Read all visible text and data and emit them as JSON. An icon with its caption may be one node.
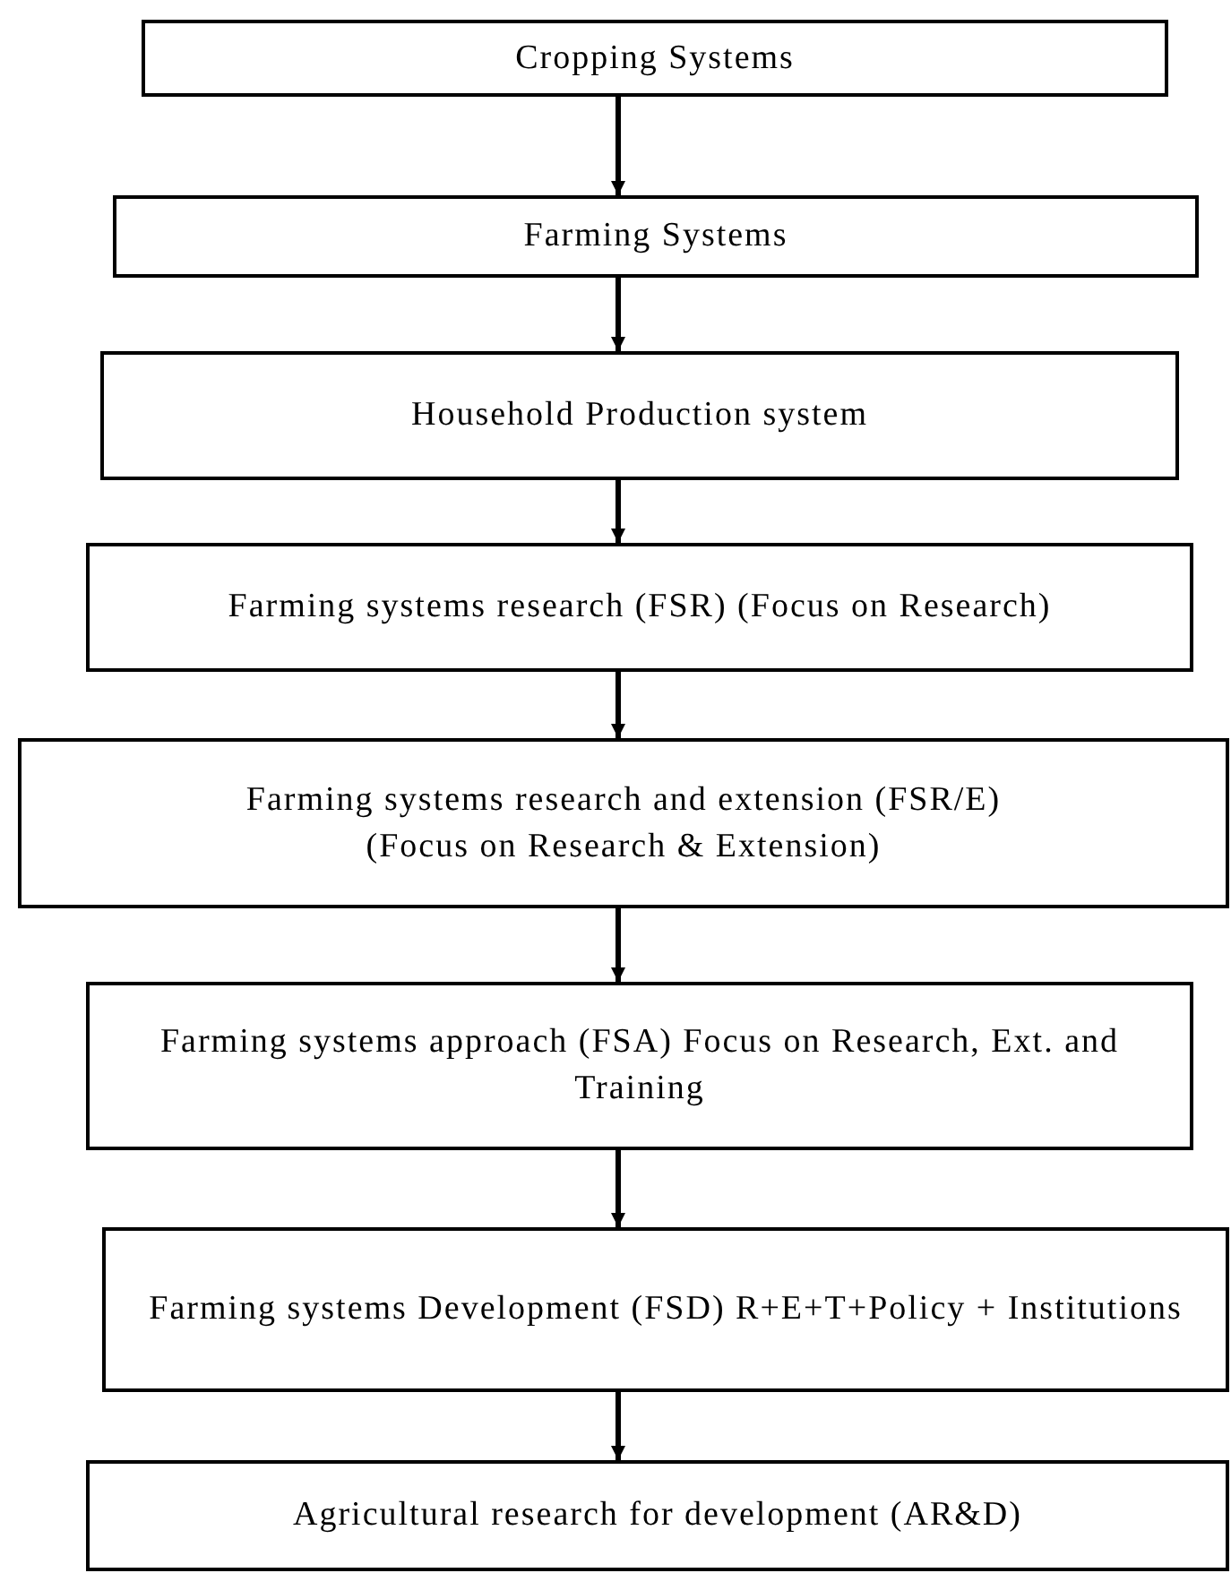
{
  "diagram": {
    "nodes": [
      {
        "text": [
          "Cropping Systems"
        ]
      },
      {
        "text": [
          "Farming Systems"
        ]
      },
      {
        "text": [
          "Household Production system"
        ]
      },
      {
        "text": [
          "Farming systems research (FSR) (Focus on Research)"
        ]
      },
      {
        "text": [
          "Farming systems research and extension (FSR/E)",
          "(Focus on Research & Extension)"
        ]
      },
      {
        "text": [
          "Farming systems approach (FSA) Focus on Research, Ext. and Training"
        ]
      },
      {
        "text": [
          "Farming systems Development (FSD) R+E+T+Policy + Institutions"
        ]
      },
      {
        "text": [
          "Agricultural research for development (AR&D)"
        ]
      }
    ],
    "edges": [
      {
        "from": 0,
        "to": 1,
        "arrow": "to"
      },
      {
        "from": 1,
        "to": 2,
        "arrow": "to"
      },
      {
        "from": 2,
        "to": 3,
        "arrow": "to"
      },
      {
        "from": 3,
        "to": 4,
        "arrow": "to"
      },
      {
        "from": 4,
        "to": 5,
        "arrow": "to"
      },
      {
        "from": 5,
        "to": 6,
        "arrow": "to"
      },
      {
        "from": 6,
        "to": 7,
        "arrow": "to"
      }
    ]
  }
}
